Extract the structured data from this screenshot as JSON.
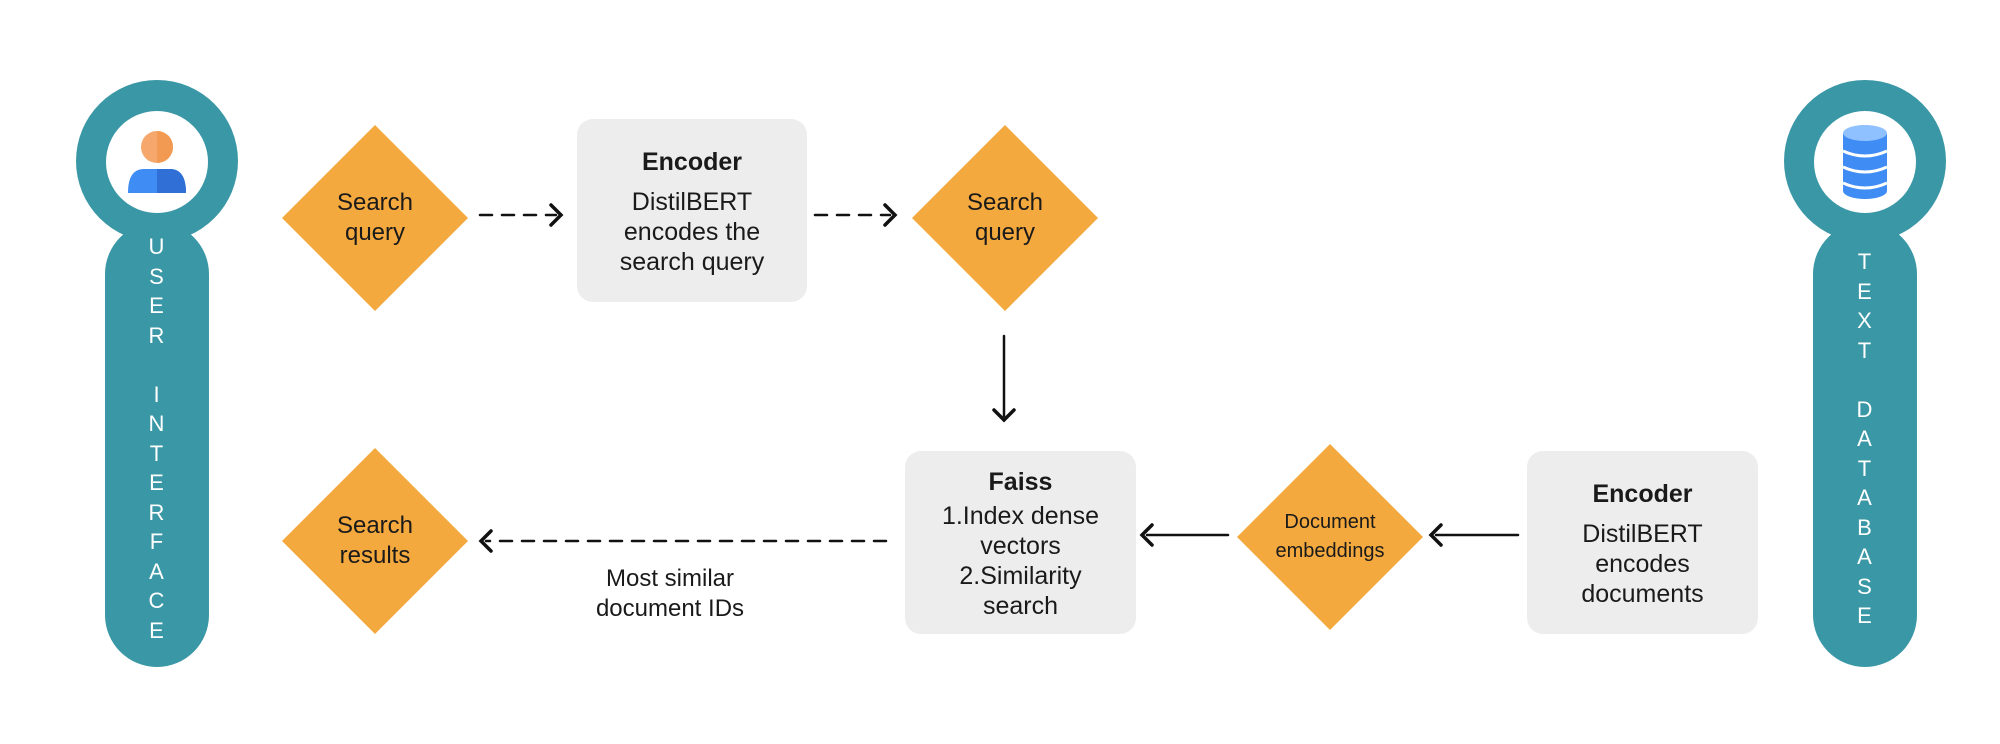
{
  "left_panel": {
    "label": "USER INTERFACE",
    "icon": "user-icon",
    "colors": {
      "panel": "#3a97a6",
      "head": "#f6a86c",
      "body": "#3f8cf4"
    }
  },
  "right_panel": {
    "label": "TEXT DATABASE",
    "icon": "database-icon",
    "colors": {
      "panel": "#3a97a6",
      "cylinder": "#4a90e2"
    }
  },
  "nodes": {
    "search_query_1": "Search\nquery",
    "encoder_query": {
      "title": "Encoder",
      "text": "DistilBERT\nencodes the\nsearch query"
    },
    "search_query_2": "Search\nquery",
    "faiss": {
      "title": "Faiss",
      "text": "1.Index dense\nvectors\n2.Similarity\nsearch"
    },
    "document_embeddings": "Document\nembeddings",
    "encoder_docs": {
      "title": "Encoder",
      "text": "DistilBERT\nencodes\ndocuments"
    },
    "search_results": "Search\nresults"
  },
  "edge_labels": {
    "most_similar": "Most similar\ndocument IDs"
  },
  "colors": {
    "diamond": "#f4a93f",
    "box": "#ededed",
    "arrow": "#111111"
  }
}
